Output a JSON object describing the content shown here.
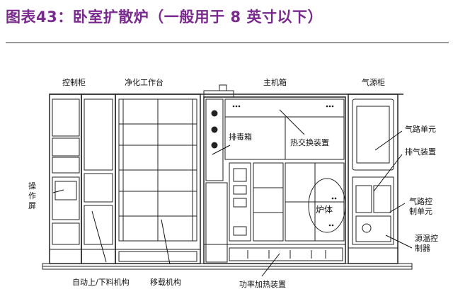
{
  "header": {
    "title": "图表43：卧室扩散炉（一般用于 8 英寸以下）"
  },
  "diagram": {
    "labels": {
      "control_cabinet": "控制柜",
      "clean_workbench": "净化工作台",
      "main_chassis": "主机箱",
      "gas_cabinet": "气源柜",
      "operation_screen": "操作屏",
      "exhaust_box": "排毒箱",
      "heat_exchanger": "热交换装置",
      "gas_unit": "气路单元",
      "exhaust_device": "排气装置",
      "gas_control_unit": "气路控制单元",
      "source_temp_controller": "源温控制器",
      "furnace_body": "炉体",
      "auto_loader": "自动上/下料机构",
      "transfer_mechanism": "移载机构",
      "power_heating": "功率加热装置"
    }
  }
}
